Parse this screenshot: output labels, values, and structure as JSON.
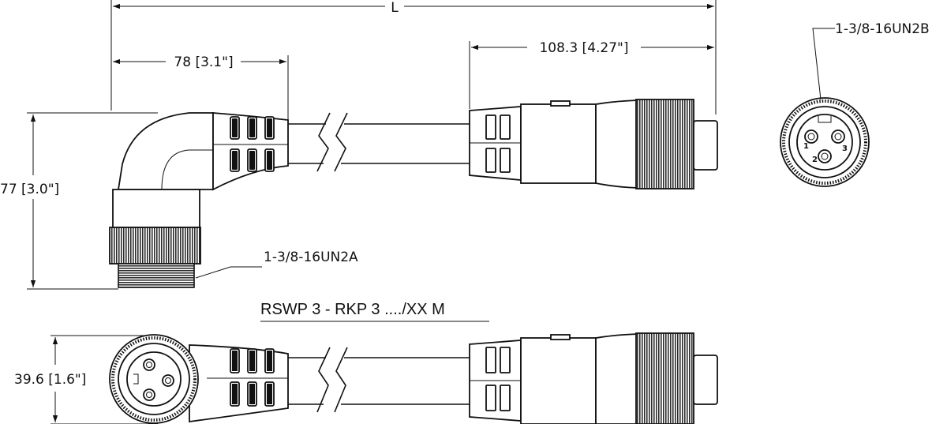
{
  "dimensions": {
    "overall_length": "L",
    "elbow_length": "78 [3.1\"]",
    "straight_length": "108.3 [4.27\"]",
    "elbow_height": "77 [3.0\"]",
    "elbow_width": "39.6 [1.6\"]"
  },
  "threads": {
    "male_thread": "1-3/8-16UN2A",
    "female_thread": "1-3/8-16UN2B"
  },
  "part_number": "RSWP 3 - RKP 3 ..../XX M",
  "pins": [
    "1",
    "2",
    "3"
  ]
}
